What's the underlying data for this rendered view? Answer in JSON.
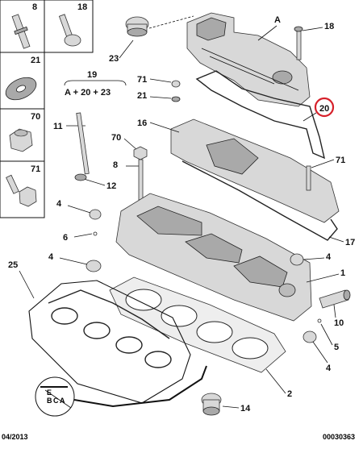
{
  "callouts": {
    "n8": "8",
    "n18": "18",
    "n21": "21",
    "n70": "70",
    "n71": "71",
    "a": "A",
    "n18b": "18",
    "n23": "23",
    "n19": "19",
    "formula": "A + 20 + 23",
    "n71b": "71",
    "n21b": "21",
    "n16": "16",
    "n20": "20",
    "n11": "11",
    "n70b": "70",
    "n8b": "8",
    "n12": "12",
    "n71c": "71",
    "n4a": "4",
    "n6": "6",
    "n4b": "4",
    "n25": "25",
    "n4c": "4",
    "n1": "1",
    "n17": "17",
    "n10": "10",
    "n5": "5",
    "n4d": "4",
    "n2": "2",
    "n14": "14",
    "detail_marks": [
      "E",
      "B",
      "C",
      "A"
    ]
  },
  "footer": {
    "date": "04/2013",
    "ref": "00030363"
  },
  "colors": {
    "highlight": "#d6202a",
    "part": "#d8d8d8"
  }
}
